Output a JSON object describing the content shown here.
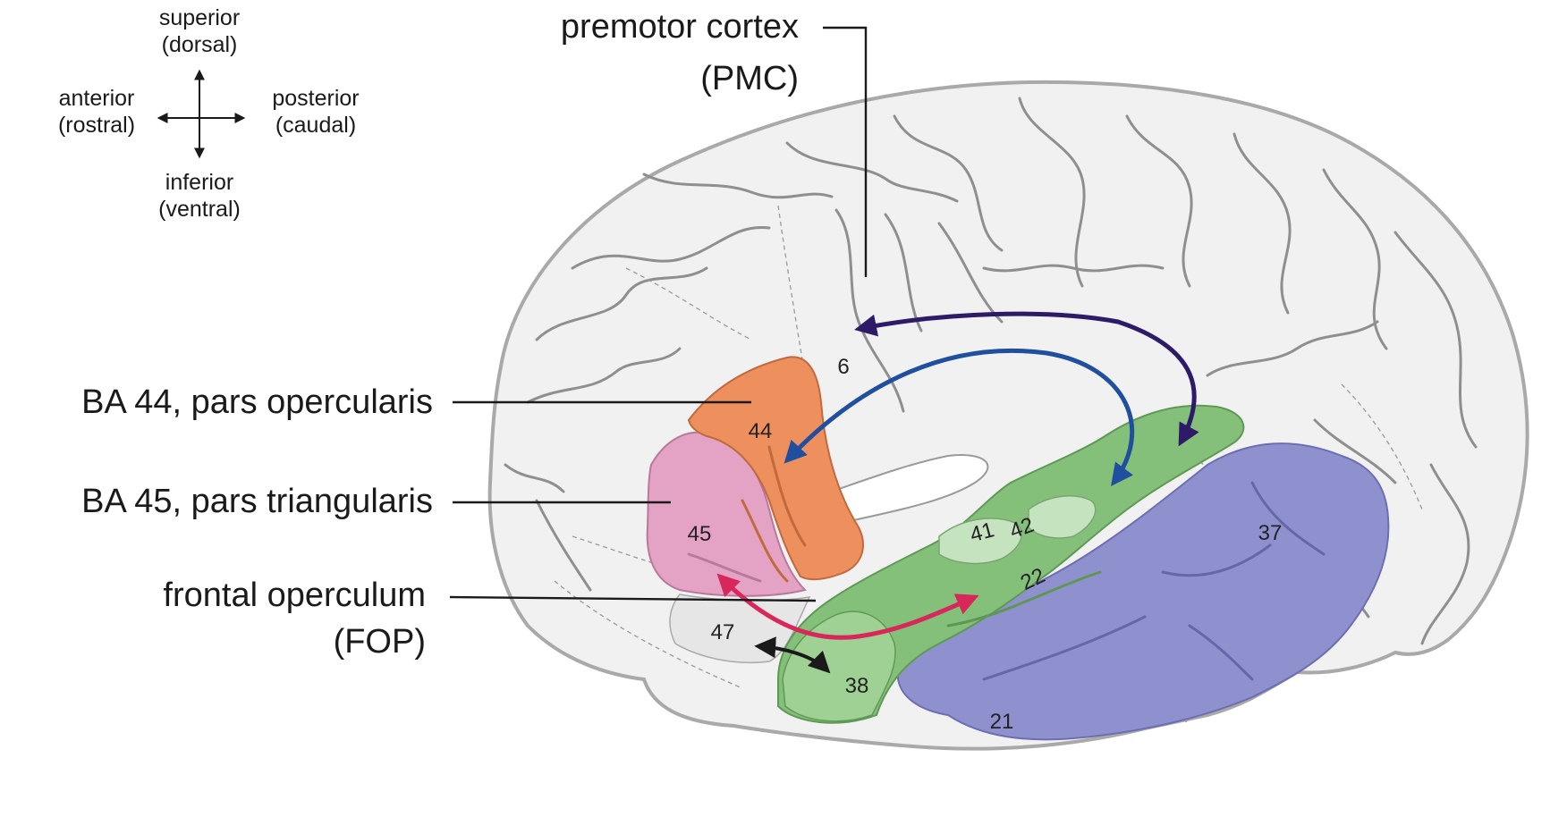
{
  "compass": {
    "superior": "superior",
    "superior_sub": "(dorsal)",
    "anterior": "anterior",
    "anterior_sub": "(rostral)",
    "posterior": "posterior",
    "posterior_sub": "(caudal)",
    "inferior": "inferior",
    "inferior_sub": "(ventral)"
  },
  "labels": {
    "pmc_line1": "premotor cortex",
    "pmc_line2": "(PMC)",
    "ba44": "BA 44, pars opercularis",
    "ba45": "BA 45, pars triangularis",
    "fop_line1": "frontal operculum",
    "fop_line2": "(FOP)"
  },
  "areas": {
    "a6": "6",
    "a44": "44",
    "a45": "45",
    "a47": "47",
    "a41": "41",
    "a42": "42",
    "a22": "22",
    "a38": "38",
    "a21": "21",
    "a37": "37"
  },
  "colors": {
    "ba44_orange": "#ee8f5e",
    "ba45_pink": "#e4a3c4",
    "temporal_green": "#84c07a",
    "temporal_purple": "#8f91cf",
    "arrow_dark_purple": "#2e1b68",
    "arrow_blue": "#1f4f9e",
    "arrow_red": "#d8275a",
    "arrow_black": "#1a1a1a"
  }
}
